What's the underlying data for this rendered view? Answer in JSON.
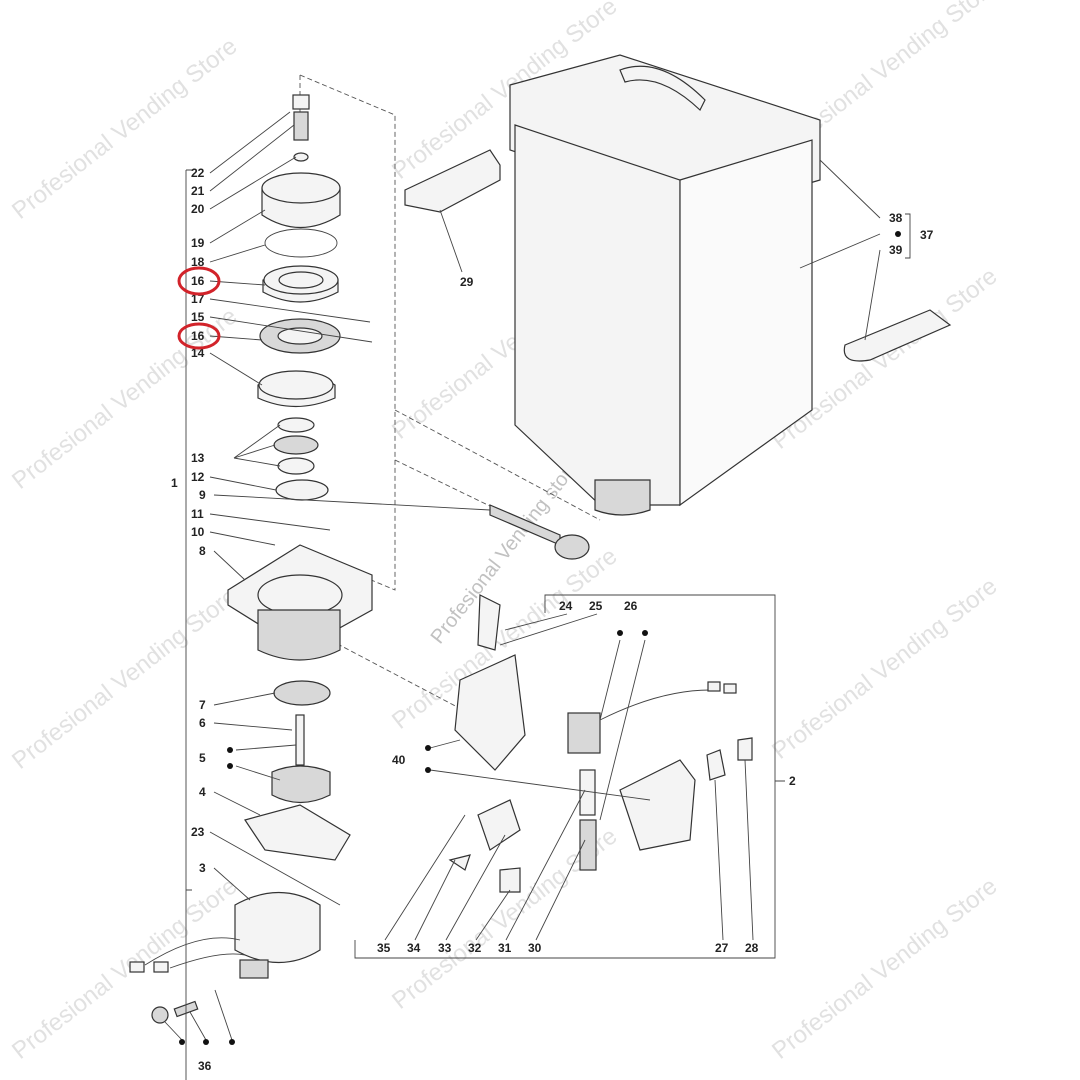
{
  "watermark": {
    "text": "Profesional Vending Store",
    "center_text": "Profesional Vending store"
  },
  "highlight_color": "#d2232a",
  "labels": {
    "l22": "22",
    "l21": "21",
    "l20": "20",
    "l19": "19",
    "l18": "18",
    "l16a": "16",
    "l17": "17",
    "l15": "15",
    "l16b": "16",
    "l14": "14",
    "l13": "13",
    "l12": "12",
    "l9": "9",
    "l11": "11",
    "l10": "10",
    "l8": "8",
    "l7": "7",
    "l6": "6",
    "l5": "5",
    "l4": "4",
    "l23": "23",
    "l3": "3",
    "l1": "1",
    "l36": "36",
    "l29": "29",
    "l38": "38",
    "l37": "37",
    "l39": "39",
    "l24": "24",
    "l25": "25",
    "l26": "26",
    "l40": "40",
    "l2": "2",
    "l35": "35",
    "l34": "34",
    "l33": "33",
    "l32": "32",
    "l31": "31",
    "l30": "30",
    "l27": "27",
    "l28": "28"
  },
  "highlighted_parts": [
    "16"
  ]
}
